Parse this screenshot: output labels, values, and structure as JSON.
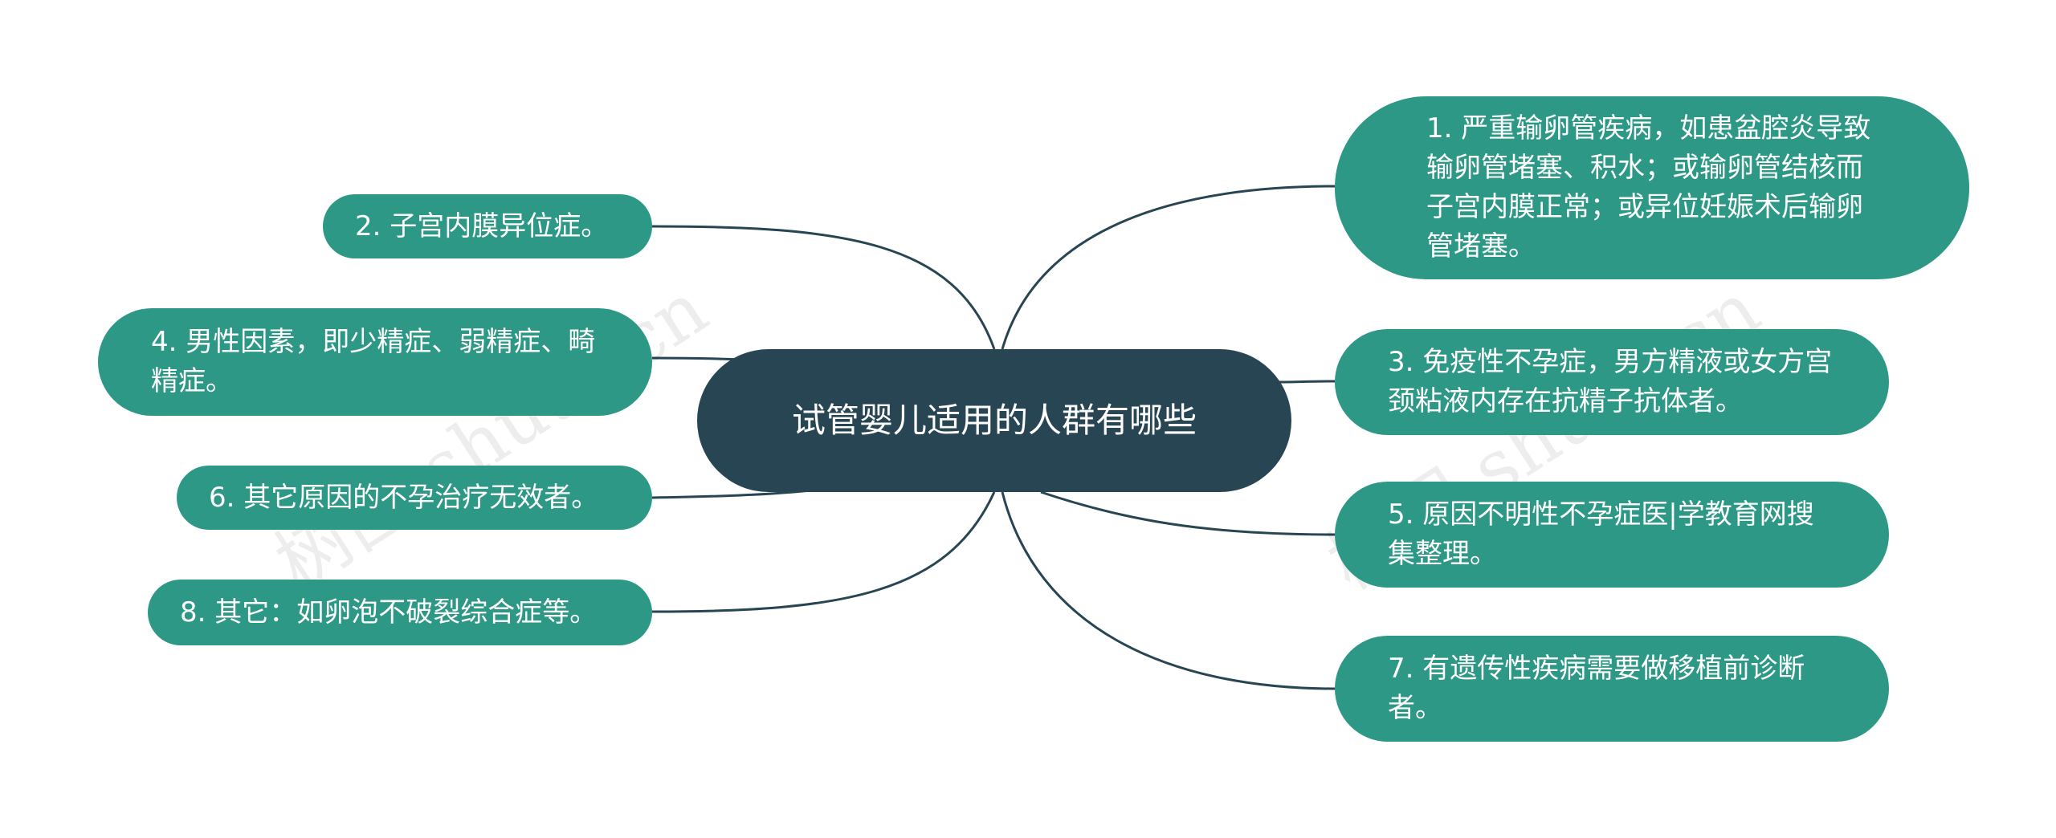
{
  "center_topic": "试管婴儿适用的人群有哪些",
  "branches_left": [
    {
      "id": "n2",
      "text": "2. 子宫内膜异位症。"
    },
    {
      "id": "n4",
      "text": "4. 男性因素，即少精症、弱精症、畸精症。"
    },
    {
      "id": "n6",
      "text": "6. 其它原因的不孕治疗无效者。"
    },
    {
      "id": "n8",
      "text": "8. 其它：如卵泡不破裂综合症等。"
    }
  ],
  "branches_right": [
    {
      "id": "n1",
      "text": "1. 严重输卵管疾病，如患盆腔炎导致输卵管堵塞、积水；或输卵管结核而子宫内膜正常；或异位妊娠术后输卵管堵塞。"
    },
    {
      "id": "n3",
      "text": "3. 免疫性不孕症，男方精液或女方宫颈粘液内存在抗精子抗体者。"
    },
    {
      "id": "n5",
      "text": "5. 原因不明性不孕症医|学教育网搜集整理。"
    },
    {
      "id": "n7",
      "text": "7. 有遗传性疾病需要做移植前诊断者。"
    }
  ],
  "watermark": "树图 shutu.cn",
  "colors": {
    "center": "#274552",
    "branch": "#2e9886",
    "line": "#274552"
  }
}
